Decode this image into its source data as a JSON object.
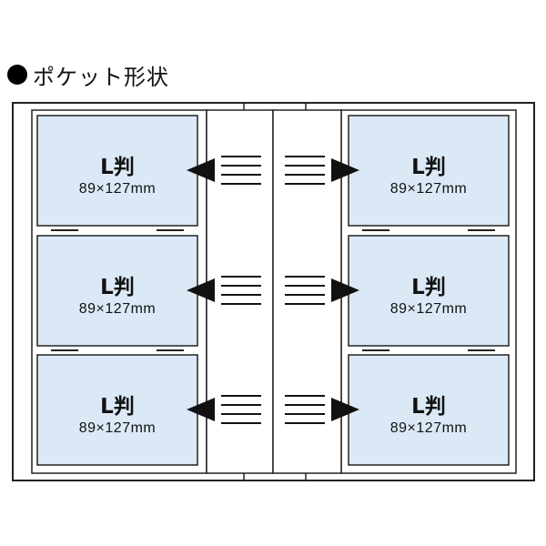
{
  "heading": "ポケット形状",
  "colors": {
    "outline": "#222222",
    "pocket_fill": "#dbe9f6",
    "page": "#ffffff",
    "marks": "#111111"
  },
  "bullet_icon": "filled-circle-icon",
  "pockets": [
    {
      "title": "L判",
      "size": "89×127mm"
    },
    {
      "title": "L判",
      "size": "89×127mm"
    },
    {
      "title": "L判",
      "size": "89×127mm"
    },
    {
      "title": "L判",
      "size": "89×127mm"
    },
    {
      "title": "L判",
      "size": "89×127mm"
    },
    {
      "title": "L判",
      "size": "89×127mm"
    }
  ]
}
